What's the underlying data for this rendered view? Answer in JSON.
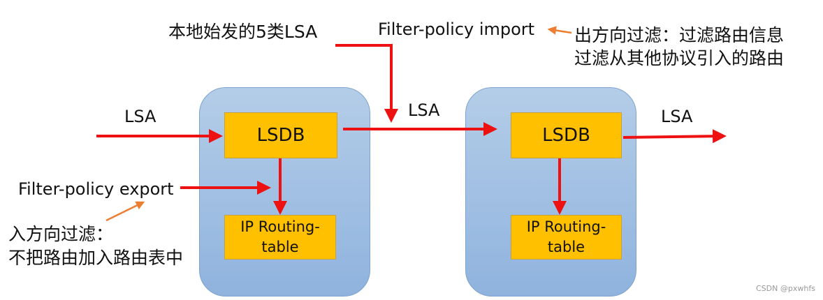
{
  "routers": [
    {
      "lsdb_label": "LSDB",
      "routing_table_lines": [
        "IP Routing-",
        "table"
      ]
    },
    {
      "lsdb_label": "LSDB",
      "routing_table_lines": [
        "IP Routing-",
        "table"
      ]
    }
  ],
  "labels": {
    "lsa_in": "LSA",
    "lsa_between": "LSA",
    "lsa_out": "LSA",
    "local_type5": "本地始发的5类LSA",
    "filter_import": "Filter-policy import",
    "filter_export": "Filter-policy export",
    "outbound_note_line1": "出方向过滤：过滤路由信息",
    "outbound_note_line2": "过滤从其他协议引入的路由",
    "inbound_note_line1": "入方向过滤：",
    "inbound_note_line2": "不把路由加入路由表中"
  },
  "watermark": "CSDN @pxwhfs",
  "colors": {
    "router_fill": "#a6c3e4",
    "box_fill": "#ffc000",
    "arrow_red": "#ee1111",
    "pointer_orange": "#ed7d31"
  }
}
